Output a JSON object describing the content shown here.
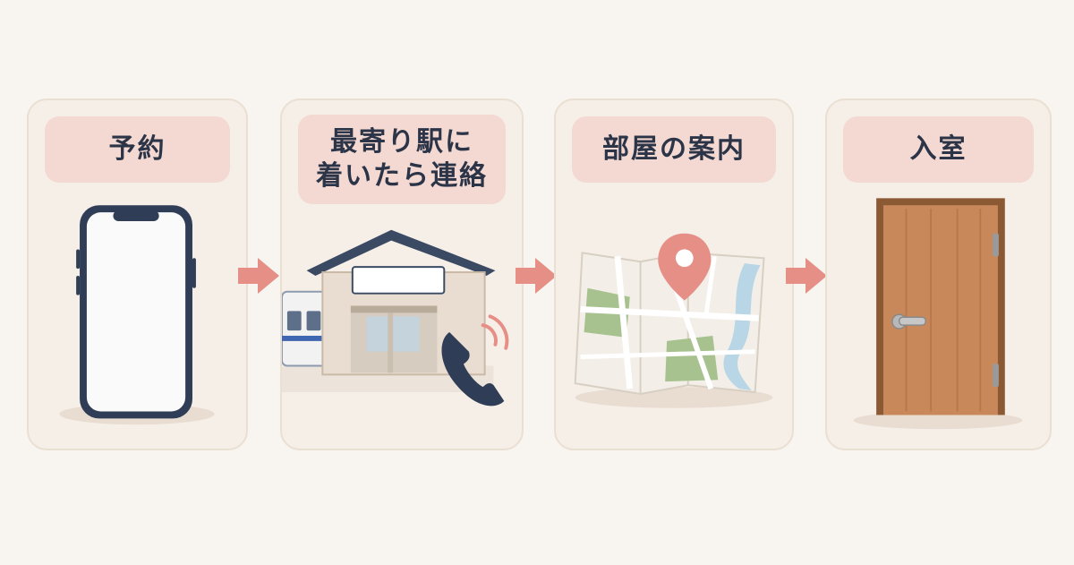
{
  "steps": [
    {
      "label": "予約",
      "icon": "smartphone-icon"
    },
    {
      "label": "最寄り駅に\n着いたら連絡",
      "icon": "station-phone-icon"
    },
    {
      "label": "部屋の案内",
      "icon": "map-pin-icon"
    },
    {
      "label": "入室",
      "icon": "door-icon"
    }
  ],
  "colors": {
    "background": "#f8f4ef",
    "card": "#f6efe8",
    "label": "#f3d9d2",
    "arrow": "#e58f86",
    "text": "#2c3447"
  }
}
